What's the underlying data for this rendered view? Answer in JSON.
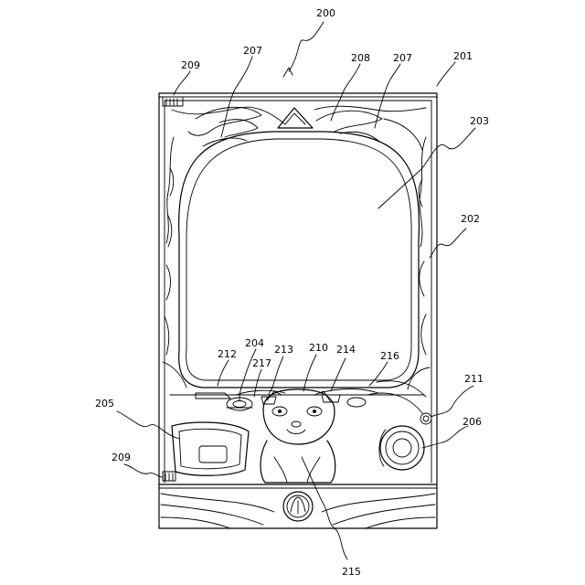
{
  "labels": {
    "l200": "200",
    "l201": "201",
    "l202": "202",
    "l203": "203",
    "l204": "204",
    "l205": "205",
    "l206": "206",
    "l207a": "207",
    "l207b": "207",
    "l208": "208",
    "l209a": "209",
    "l209b": "209",
    "l210": "210",
    "l211": "211",
    "l212": "212",
    "l213": "213",
    "l214": "214",
    "l215": "215",
    "l216": "216",
    "l217": "217"
  }
}
